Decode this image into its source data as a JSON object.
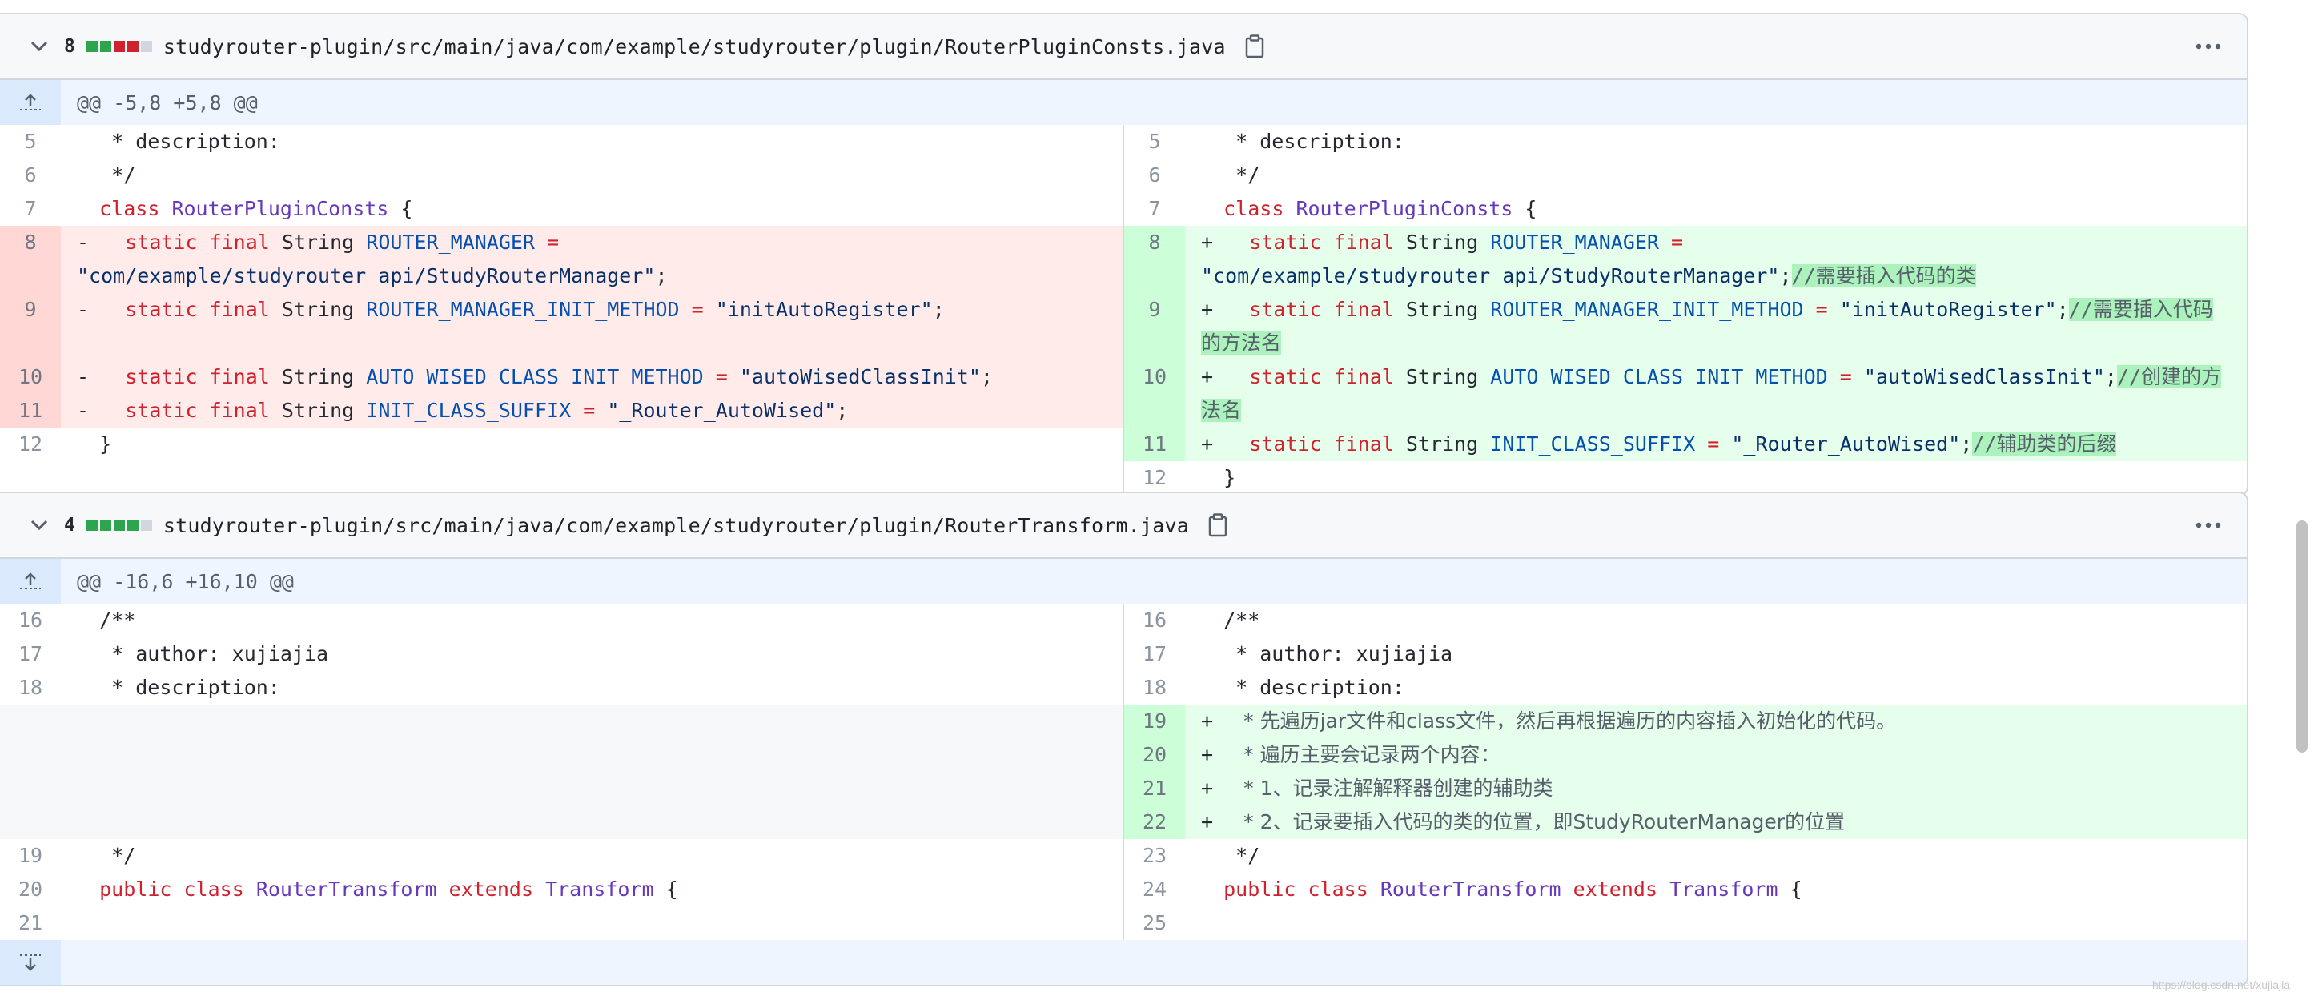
{
  "files": [
    {
      "changes": "8",
      "blocks": [
        "#2da44e",
        "#2da44e",
        "#cf222e",
        "#cf222e",
        "#d0d7de"
      ],
      "path": "studyrouter-plugin/src/main/java/com/example/studyrouter/plugin/RouterPluginConsts.java",
      "hunk": "@@ -5,8 +5,8 @@",
      "left_numbers": [
        "5",
        "6",
        "7",
        "8",
        "9",
        "10",
        "11",
        "12"
      ],
      "right_numbers": [
        "5",
        "6",
        "7",
        "8",
        "9",
        "10",
        "11",
        "12"
      ],
      "left_text": {
        "l5": "   * description:",
        "l6": "   */",
        "l7_kw": "class",
        "l7_ty": "RouterPluginConsts",
        "l7_rest": " {",
        "sign_del": "-",
        "l8_a": "static final",
        "l8_b": " String ",
        "l8_c": "ROUTER_MANAGER",
        "l8_d": " =",
        "l8_str": "\"com/example/studyrouter_api/StudyRouterManager\"",
        "l8_end": ";",
        "l9_c": "ROUTER_MANAGER_INIT_METHOD",
        "l9_str": "\"initAutoRegister\"",
        "l10_c": "AUTO_WISED_CLASS_INIT_METHOD",
        "l10_str": "\"autoWisedClassInit\"",
        "l11_c": "INIT_CLASS_SUFFIX",
        "l11_str": "\"_Router_AutoWised\"",
        "l12": "  }"
      },
      "right_text": {
        "sign_add": "+",
        "c8": "//需要插入代码的类",
        "c9": "//需要插入代码的方法名",
        "c10": "//创建的方法名",
        "c11": "//辅助类的后缀"
      }
    },
    {
      "changes": "4",
      "blocks": [
        "#2da44e",
        "#2da44e",
        "#2da44e",
        "#2da44e",
        "#d0d7de"
      ],
      "path": "studyrouter-plugin/src/main/java/com/example/studyrouter/plugin/RouterTransform.java",
      "hunk": "@@ -16,6 +16,10 @@",
      "left_numbers": [
        "16",
        "17",
        "18",
        "19",
        "20",
        "21"
      ],
      "right_numbers": [
        "16",
        "17",
        "18",
        "19",
        "20",
        "21",
        "22",
        "23",
        "24",
        "25"
      ],
      "lines": {
        "c16": "  /**",
        "c17": "   * author: xujiajia",
        "c18": "   * description:",
        "c19": "   */",
        "a19": " * 先遍历jar文件和class文件，然后再根据遍历的内容插入初始化的代码。",
        "a20": " * 遍历主要会记录两个内容：",
        "a21": " * 1、记录注解解释器创建的辅助类",
        "a22": " * 2、记录要插入代码的类的位置，即StudyRouterManager的位置",
        "kw_public": "public",
        "kw_class": "class",
        "ty_rt": "RouterTransform",
        "kw_extends": "extends",
        "ty_tr": "Transform",
        "brace": " {"
      }
    }
  ],
  "watermark": "https://blog.csdn.net/xujiajia"
}
